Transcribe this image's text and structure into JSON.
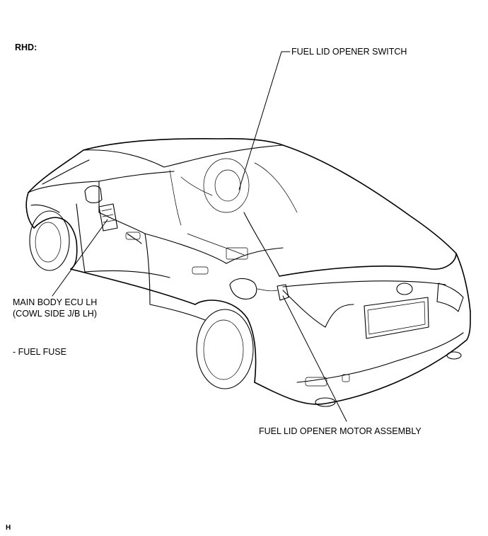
{
  "variant_label": "RHD:",
  "callouts": {
    "fuel_lid_opener_switch": "FUEL LID OPENER SWITCH",
    "main_body_ecu_line1": "MAIN BODY ECU LH",
    "main_body_ecu_line2": "(COWL SIDE J/B LH)",
    "fuel_fuse": "- FUEL FUSE",
    "fuel_lid_opener_motor": "FUEL LID OPENER MOTOR ASSEMBLY"
  },
  "corner_code": "H"
}
